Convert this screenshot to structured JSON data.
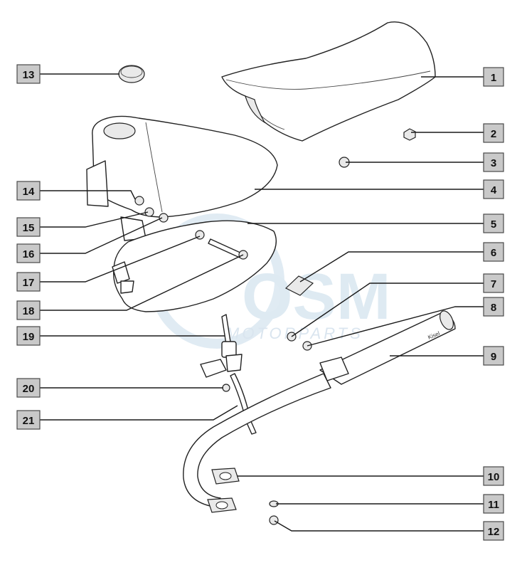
{
  "watermark": {
    "brand": "OSM",
    "sub": "MOTORPARTS"
  },
  "muffler_label": "Kisel",
  "callouts": [
    {
      "num": "1"
    },
    {
      "num": "2"
    },
    {
      "num": "3"
    },
    {
      "num": "4"
    },
    {
      "num": "5"
    },
    {
      "num": "6"
    },
    {
      "num": "7"
    },
    {
      "num": "8"
    },
    {
      "num": "9"
    },
    {
      "num": "10"
    },
    {
      "num": "11"
    },
    {
      "num": "12"
    },
    {
      "num": "13"
    },
    {
      "num": "14"
    },
    {
      "num": "15"
    },
    {
      "num": "16"
    },
    {
      "num": "17"
    },
    {
      "num": "18"
    },
    {
      "num": "19"
    },
    {
      "num": "20"
    },
    {
      "num": "21"
    }
  ],
  "colors": {
    "callout_fill": "#c9c9c9",
    "line": "#1a1a1a",
    "watermark": "#dbe8f1"
  }
}
